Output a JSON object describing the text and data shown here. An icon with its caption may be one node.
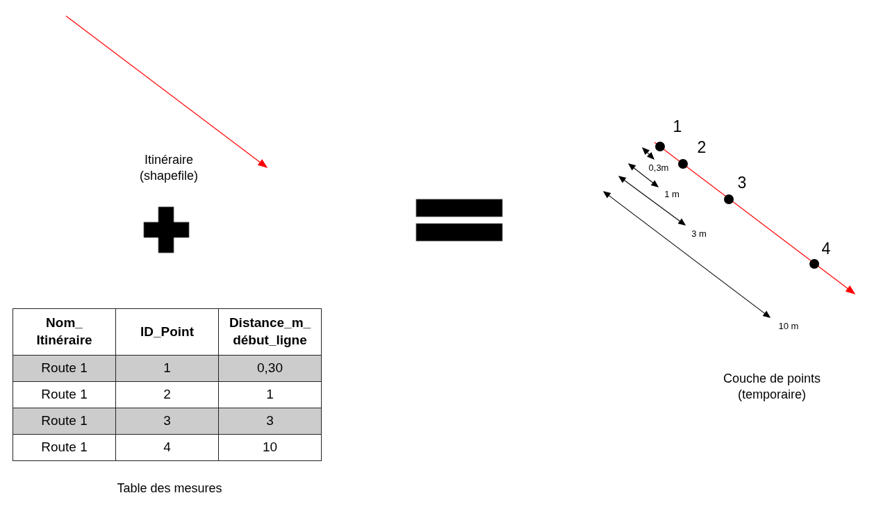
{
  "diagram": {
    "labels": [
      "Itinéraire (shapefile)",
      "Nom_ Itinéraire",
      "ID_Point",
      "Distance_m_ début_ligne",
      "Route 1",
      "1",
      "0,30",
      "Route 1",
      "2",
      "1",
      "Route 1",
      "3",
      "3",
      "Route 1",
      "4",
      "10",
      "Table des mesures",
      "1",
      "2",
      "0,3m",
      "3",
      "1 m",
      "3 m",
      "4",
      "10 m",
      "Couche de points (temporaire)"
    ]
  }
}
